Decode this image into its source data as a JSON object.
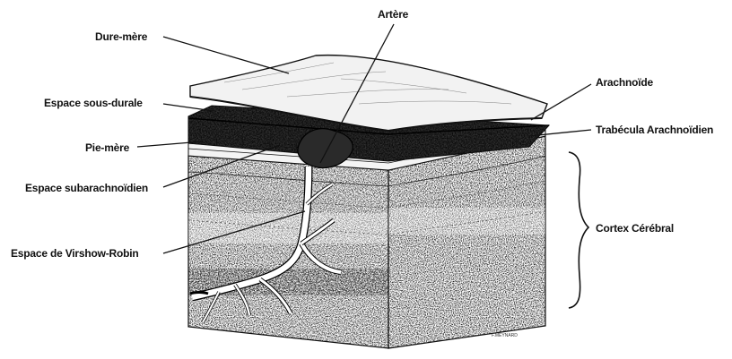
{
  "diagram": {
    "labels": {
      "dure_mere": "Dure-mère",
      "espace_sous_durale": "Espace sous-durale",
      "pie_mere": "Pie-mère",
      "espace_subarachnoidien": "Espace subarachnoïdien",
      "espace_virshow_robin": "Espace de Virshow-Robin",
      "artere": "Artère",
      "arachnoide": "Arachnoïde",
      "trabecula_arachnoidien": "Trabécula Arachnoïdien",
      "cortex_cerebral": "Cortex Cérébral"
    },
    "signature": "F.MEYNARD"
  },
  "colors": {
    "ink": "#111111",
    "paper": "#ffffff"
  }
}
